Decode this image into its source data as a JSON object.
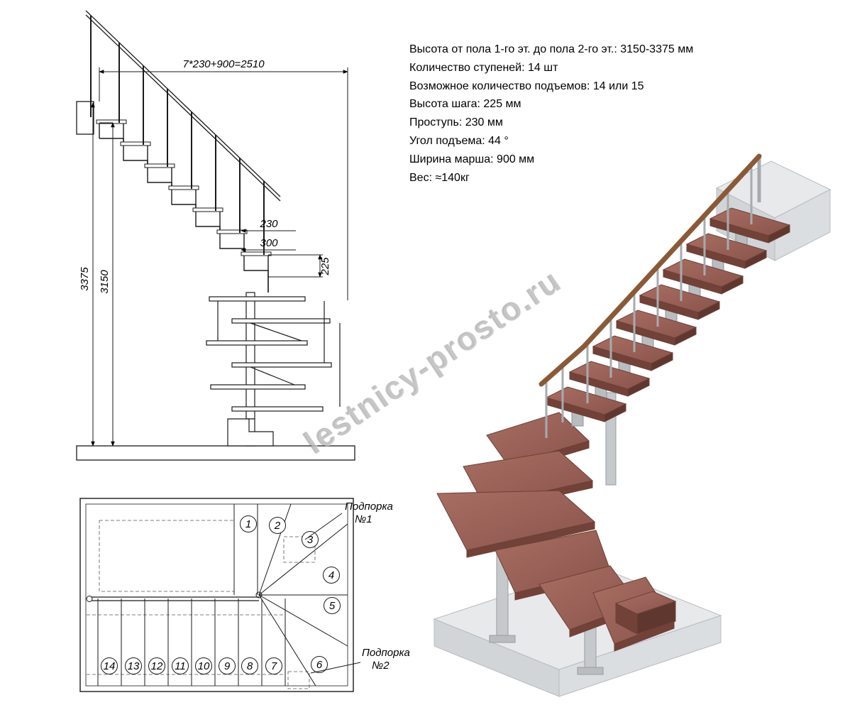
{
  "specs": {
    "lines": [
      "Высота от пола 1-го эт. до пола 2-го эт.: 3150-3375 мм",
      "Количество ступеней: 14 шт",
      "Возможное количество подъемов: 14 или 15",
      "Высота шага: 225 мм",
      "Проступь: 230 мм",
      "Угол подъема: 44 °",
      "Ширина марша: 900 мм",
      "Вес: ≈140кг"
    ]
  },
  "elevation": {
    "dim_top": "7*230+900=2510",
    "dim_total_height": "3375",
    "dim_clear_height": "3150",
    "dim_tread_depth": "230",
    "dim_module": "300",
    "dim_rise": "225"
  },
  "plan": {
    "steps": [
      "1",
      "2",
      "3",
      "4",
      "5",
      "6",
      "7",
      "8",
      "9",
      "10",
      "11",
      "12",
      "13",
      "14"
    ],
    "support1_line1": "Подпорка",
    "support1_line2": "№1",
    "support2_line1": "Подпорка",
    "support2_line2": "№2"
  },
  "watermark": "lestnicy-prosto.ru",
  "colors": {
    "wood_top": "#9a635a",
    "wood_front": "#724238",
    "wood_side": "#5f372f",
    "handrail": "#8a5a38",
    "metal": "#c6c9cc",
    "slab_top": "#e7e9eb",
    "slab_side": "#d2d5d8",
    "line": "#1a1a1a"
  }
}
